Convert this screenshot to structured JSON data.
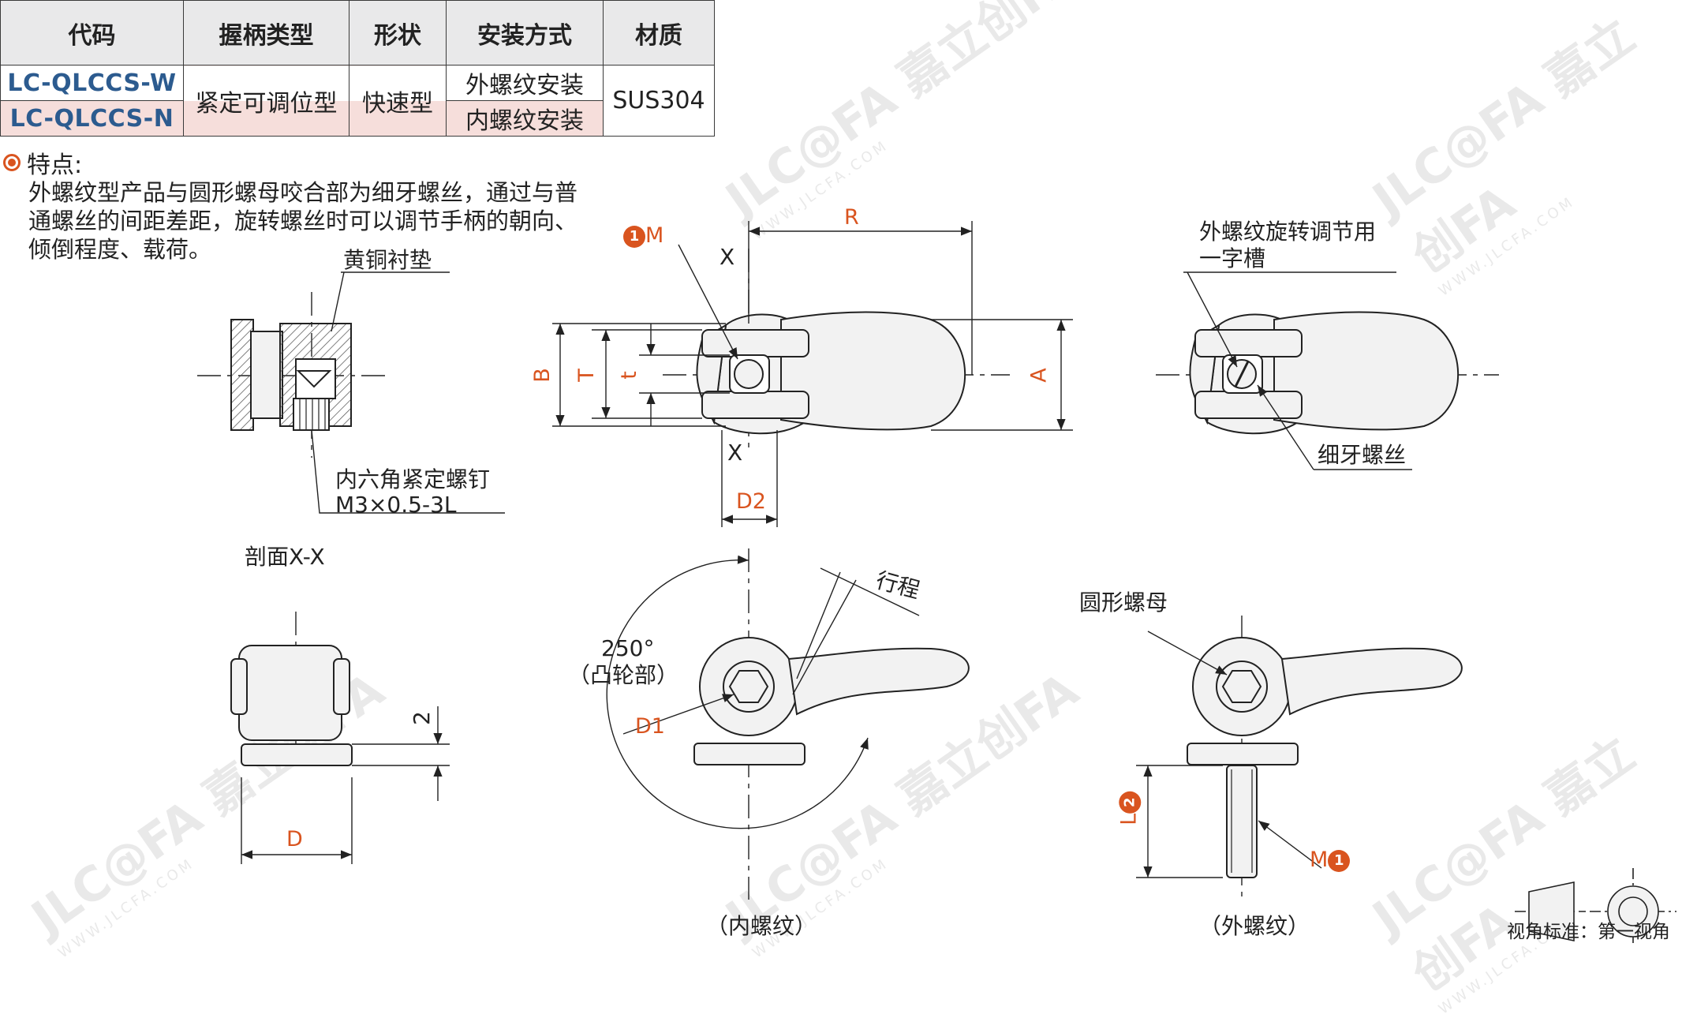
{
  "table": {
    "headers": [
      "代码",
      "握柄类型",
      "形状",
      "安装方式",
      "材质"
    ],
    "rows": [
      {
        "code": "LC-QLCCS-W",
        "install": "外螺纹安装"
      },
      {
        "code": "LC-QLCCS-N",
        "install": "内螺纹安装"
      }
    ],
    "grip_type": "紧定可调位型",
    "shape": "快速型",
    "material": "SUS304"
  },
  "features": {
    "title": "特点:",
    "text": "外螺纹型产品与圆形螺母咬合部为细牙螺丝，通过与普通螺丝的间距差距，旋转螺丝时可以调节手柄的朝向、倾倒程度、载荷。"
  },
  "labels": {
    "brass_pad": "黄铜衬垫",
    "set_screw_line1": "内六角紧定螺钉",
    "set_screw_line2": "M3×0.5-3L",
    "section": "剖面X-X",
    "slot_line1": "外螺纹旋转调节用",
    "slot_line2": "一字槽",
    "fine_thread": "细牙螺丝",
    "stroke": "行程",
    "angle_line1": "250°",
    "angle_line2": "（凸轮部）",
    "round_nut": "圆形螺母",
    "internal": "（内螺纹）",
    "external": "（外螺纹）",
    "view_standard": "视角标准：第一视角"
  },
  "dims": {
    "R": "R",
    "X": "X",
    "M": "M",
    "B": "B",
    "T": "T",
    "t": "t",
    "A": "A",
    "D2": "D2",
    "D1": "D1",
    "D": "D",
    "two": "2",
    "L": "L",
    "badge1": "1",
    "badge2": "2"
  },
  "watermark": {
    "brand": "JLC@FA 嘉立创FA",
    "site": "WWW.JLCFA.COM"
  },
  "colors": {
    "accent": "#d9541f",
    "code_blue": "#2c5b8f",
    "header_gray": "#e9e9ea",
    "row_pink": "#f6dedb"
  }
}
